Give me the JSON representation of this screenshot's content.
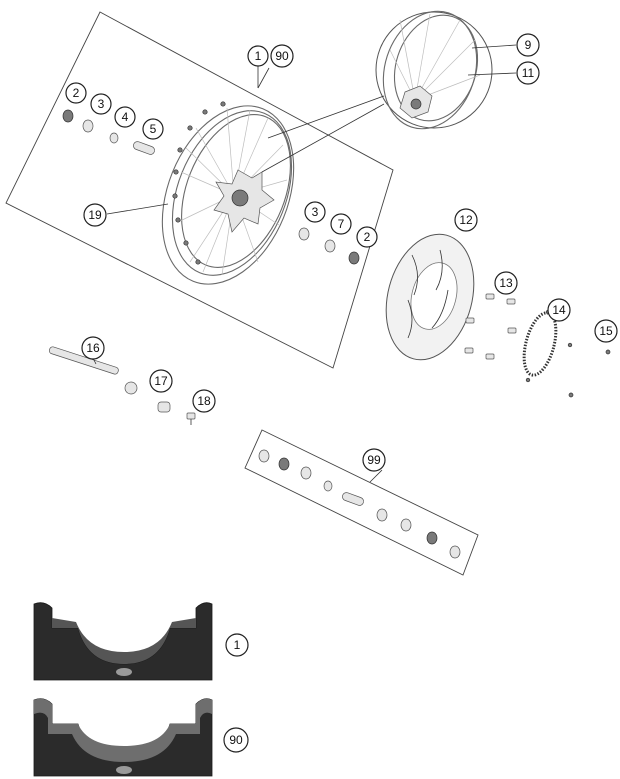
{
  "callouts": {
    "c1": "1",
    "c90": "90",
    "c2a": "2",
    "c3a": "3",
    "c4": "4",
    "c5": "5",
    "c9": "9",
    "c11": "11",
    "c19": "19",
    "c3b": "3",
    "c7": "7",
    "c2b": "2",
    "c12": "12",
    "c13": "13",
    "c14": "14",
    "c15": "15",
    "c16": "16",
    "c17": "17",
    "c18": "18",
    "c99": "99",
    "c1_legend": "1",
    "c90_legend": "90"
  },
  "colors": {
    "line": "#333333",
    "rim_profile_dark": "#2b2b2b",
    "rim_profile_highlight": "#6e6e6e"
  }
}
